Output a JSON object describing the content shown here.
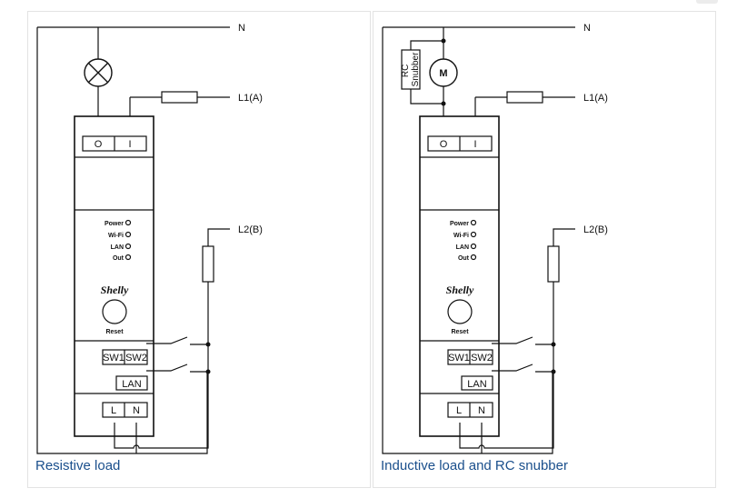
{
  "diagrams": [
    {
      "caption": "Resistive load",
      "load": "lamp",
      "labels": {
        "neutral": "N",
        "line1": "L1(A)",
        "line2": "L2(B)"
      },
      "terminals_top": [
        "O",
        "I"
      ],
      "leds": [
        "Power",
        "Wi-Fi",
        "LAN",
        "Out"
      ],
      "brand": "Shelly",
      "reset_label": "Reset",
      "switch_terminals": [
        "SW1",
        "SW2"
      ],
      "lan_label": "LAN",
      "power_terminals": [
        "L",
        "N"
      ]
    },
    {
      "caption": "Inductive load and RC snubber",
      "load": "motor",
      "motor_label": "M",
      "snubber_label": [
        "RC",
        "Snubber"
      ],
      "labels": {
        "neutral": "N",
        "line1": "L1(A)",
        "line2": "L2(B)"
      },
      "terminals_top": [
        "O",
        "I"
      ],
      "leds": [
        "Power",
        "Wi-Fi",
        "LAN",
        "Out"
      ],
      "brand": "Shelly",
      "reset_label": "Reset",
      "switch_terminals": [
        "SW1",
        "SW2"
      ],
      "lan_label": "LAN",
      "power_terminals": [
        "L",
        "N"
      ]
    }
  ]
}
